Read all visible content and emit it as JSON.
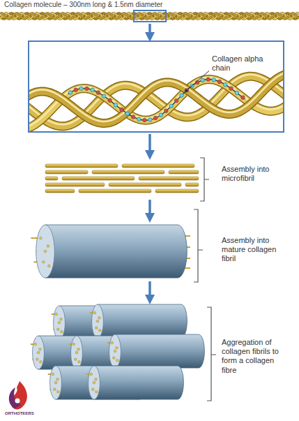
{
  "diagram": {
    "title": "Collagen molecule – 300nm long & 1.5nm diameter",
    "nodes": [
      {
        "text": [
          "Collagen alpha chain"
        ]
      }
    ],
    "labels": [
      "Assembly into microfibril",
      "Assembly into mature collagen fibril",
      "Aggregation of collagen fibrils to form a collagen fibre",
      "ORTHOTEERS"
    ]
  }
}
